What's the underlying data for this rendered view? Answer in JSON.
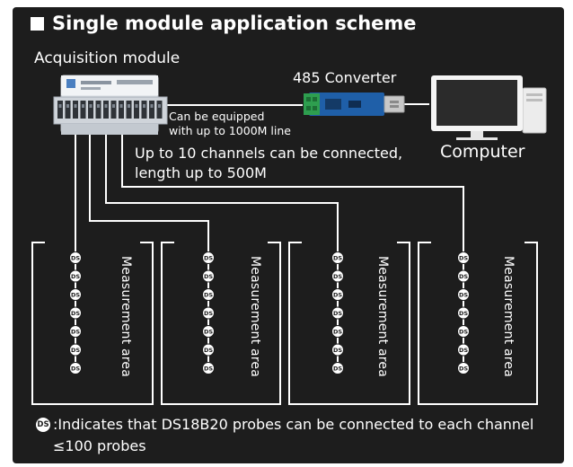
{
  "title": "Single module application scheme",
  "labels": {
    "acquisition_module": "Acquisition module",
    "converter": "485 Converter",
    "computer": "Computer",
    "line_note_line1": "Can be equipped",
    "line_note_line2": "with up to 1000M line",
    "channels_note_line1": "Up to 10 channels can be connected,",
    "channels_note_line2": "length up to 500M"
  },
  "measurement_areas": [
    {
      "label": "Measurement area",
      "probe_count": 7
    },
    {
      "label": "Measurement area",
      "probe_count": 7
    },
    {
      "label": "Measurement area",
      "probe_count": 7
    },
    {
      "label": "Measurement area",
      "probe_count": 7
    }
  ],
  "probe_marker": "DS",
  "legend": {
    "icon": "DS",
    "text": ":Indicates that DS18B20 probes can be connected to each channel ≤100 probes"
  },
  "colors": {
    "background": "#1d1d1d",
    "foreground": "#ffffff",
    "module_body": "#d9dde2",
    "converter_board": "#1f5fa8",
    "terminal_green": "#2e9e4f",
    "usb_plug": "#c8c8c8"
  },
  "icons": {
    "acquisition_module": "acquisition-module-icon",
    "converter": "usb-485-converter-icon",
    "computer": "computer-icon",
    "probe": "ds-probe-icon"
  }
}
